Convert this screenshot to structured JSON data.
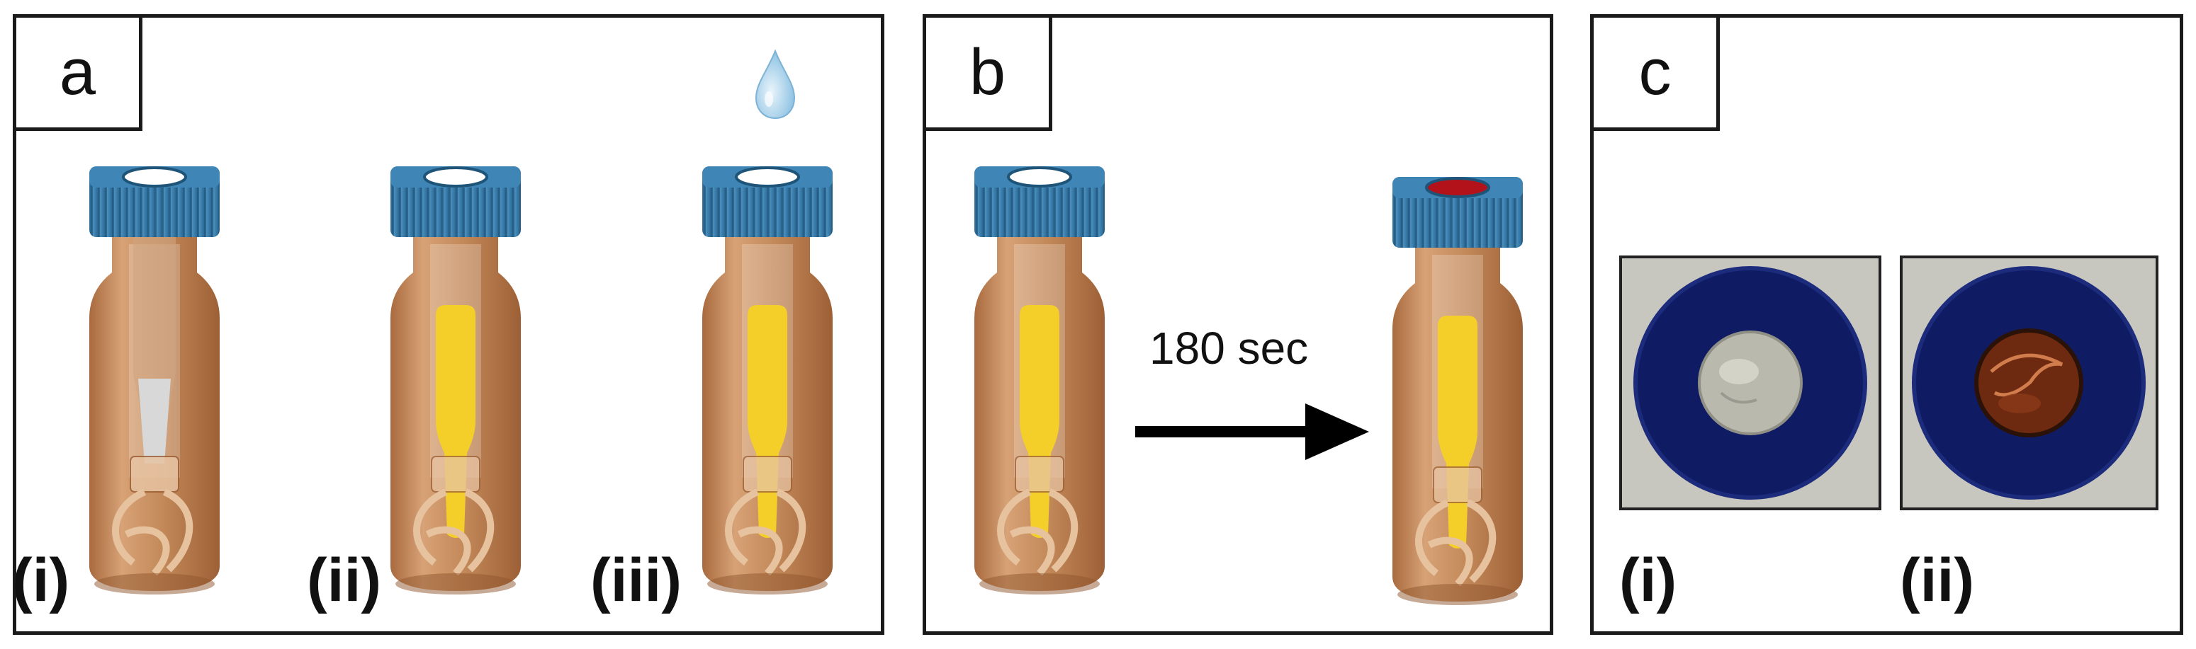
{
  "panels": {
    "a": {
      "tag": "a",
      "vials": [
        {
          "label": "(i)",
          "fill": "liquid-clear"
        },
        {
          "label": "(ii)",
          "fill": "liquid-yellow"
        },
        {
          "label": "(iii)",
          "fill": "liquid-yellow"
        }
      ],
      "drop_icon": "water-drop-icon"
    },
    "b": {
      "tag": "b",
      "arrow_label": "180 sec",
      "septum_after": "red"
    },
    "c": {
      "tag": "c",
      "photos": [
        {
          "label": "(i)",
          "center": "clear"
        },
        {
          "label": "(ii)",
          "center": "red-brown"
        }
      ]
    }
  },
  "colors": {
    "cap": "#3d7fae",
    "glass": "#c48a5a",
    "yellow": "#f4cf2a",
    "clear_liquid": "#d8d8d8",
    "septum_red": "#b3121b",
    "disc_blue": "#0f1c63"
  }
}
